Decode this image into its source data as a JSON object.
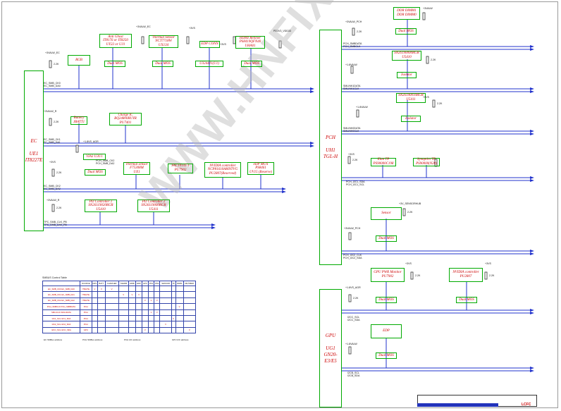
{
  "watermark": "WWW.HNFIX.VN",
  "chips": {
    "ec": {
      "label": "EC\n\nUE1\nIT8227E"
    },
    "pch": {
      "label": "PCH\n\nUH1\nTGL-H"
    },
    "gpu": {
      "label": "GPU\n\nUG1\nGN20-E3/E5"
    }
  },
  "ec_side": {
    "rgb": "RGB",
    "anti_ghost": "Anti Ghost\nIT8176 or IT8250\nUY22 or UJ1",
    "thermal_sensor": "Thermal Sensor\nNCT7718W\nUX134",
    "edp_conn": "EDP CONN",
    "hdmi_retimer": "HDMI Retimer\nPS8419QFN40\nUHA01",
    "u3244": "U3244J1(U1)",
    "dual_mos_1": "Dual MOS",
    "dual_mos_2": "Dual MOS",
    "dual_mos_3": "Dual MOS",
    "battery": "Battery\nJBATT1",
    "charge_ic": "Charge IC\nBQ24800RUYR\nPU7401",
    "via": "VIA3 U3U1",
    "dual_mos_4": "Dual MOS",
    "thermal_sensor2": "Thermal sensor\nF75308M\nUX1",
    "fac": "FAC1014T-1\nPU7902",
    "nvidia_ctrl": "NVIDIA controller\nNCP81610AMNTVG\nPU2807(Reserved)",
    "edp_mux": "eDP MUX\nPS8461\nUV15 (Reserve)",
    "pd1": "PD Controller 1\nSN26119020RGR\nU5410",
    "pd2": "PD Controller 2\nSN26119000RGR\nU5411"
  },
  "pch_side": {
    "ddr": "DDR DIMM1\nDDR DIMM0",
    "dual_mos_ddr": "Dual MOS",
    "sn1": "SN26190000RGR\nU5410",
    "isolator1": "Isolator",
    "sn2": "SN26190010RGR\nU5411",
    "isolator2": "Isolator",
    "elan": "Elan TP\nPS90000C198",
    "synaptics": "Synaptics TP\nPS90000(N20)",
    "sensor": "Sensor",
    "dual_mos_pch": "Dual MOS"
  },
  "gpu_side": {
    "gpu_pwr": "GPU PWR Monitor\nPU7902",
    "nvidia_ctrl": "NVIDIA controller\nPU2807",
    "dual_mos_a": "Dual MOS",
    "dual_mos_b": "Dual MOS",
    "edp": "EDP",
    "dual_mos_c": "Dual MOS"
  },
  "rails": {
    "r1": "+3VALW_EC",
    "r2": "+3VS",
    "r3": "PD3V3_VDD33",
    "r4": "+3VS",
    "r5": "+3VALW_EC",
    "r6": "+3VALW_R",
    "r7": "+1.8VS_AGR",
    "r8": "+3VALW_R",
    "r9": "+3VS",
    "r10": "+3VALW_PCH",
    "r11": "+1.8VALW",
    "r12": "+1.8VALW",
    "r13": "+3VS",
    "r14": "+3V_SENSORHUB",
    "r15": "+1.8VS_AGR",
    "r16": "+3VS",
    "r17": "+3VS",
    "r18": "+3VALW",
    "r19": "+5VS",
    "r20": "+3VALW_PCH",
    "r21": "+1.8VALW"
  },
  "signals": {
    "ec1": "EC_SMB_CK0",
    "ec2": "EC_SMB_DA0",
    "ec3": "EC_SMB_CK1",
    "ec4": "EC_SMB_DA1",
    "ec5": "EC_SMB_CK2",
    "ec6": "EC_SMB_DA2",
    "ec7": "TPC_SMB_CLK_PB",
    "ec8": "TPC_SMB_DA0_PB",
    "ec9": "PCH_SMB_CK2",
    "ec10": "PCH_SMB_DA2",
    "pch1": "PCH_SMBDATA",
    "pch2": "PCH_SMBCLK",
    "pch3": "SMLINK1DATA",
    "pch4": "SMLINK1CLK",
    "pch5": "SMLINK0DATA",
    "pch6": "SMLINK0CLK",
    "pch7": "PCH_I2C1_SDA",
    "pch8": "PCH_I2C1_SCL",
    "pch9": "PCH_I2C2_CLK",
    "pch10": "PCH_I2C2_SDA",
    "gpu1": "I2CC_SCL",
    "gpu2": "I2CC_SDA",
    "gpu3": "I2CB_SCL",
    "gpu4": "I2CB_SDA"
  },
  "resistor_label": "2.2K",
  "table": {
    "title": "SMBUS Control Table",
    "headers": [
      "",
      "SOURCE",
      "DRV",
      "BATT",
      "CHARGER",
      "THERM",
      "HDMI",
      "EDP",
      "GPU",
      "PD1",
      "PD2",
      "SENSOR",
      "TP",
      "DIMM",
      "RETIMER"
    ],
    "rows": [
      [
        "EC_SMB_CK0\nEC_SMB_DA0",
        "IT8227E",
        "V",
        "V",
        "V",
        "",
        "",
        "",
        "",
        "",
        "",
        "",
        "",
        "",
        ""
      ],
      [
        "EC_SMB_CK1\nEC_SMB_DA1",
        "IT8227E",
        "",
        "",
        "",
        "V",
        "V",
        "V",
        "",
        "",
        "",
        "",
        "",
        "",
        ""
      ],
      [
        "EC_SMB_CK2\nEC_SMB_DA2",
        "IT8227E",
        "",
        "",
        "",
        "",
        "",
        "",
        "V",
        "V",
        "V",
        "",
        "",
        "",
        ""
      ],
      [
        "PCH_SMBCLK\nPCH_SMBDATA",
        "PCH",
        "",
        "",
        "",
        "",
        "",
        "",
        "",
        "",
        "",
        "",
        "",
        "V",
        ""
      ],
      [
        "SML1CLK\nSML1DATA",
        "PCH",
        "",
        "",
        "",
        "",
        "",
        "",
        "",
        "V",
        "V",
        "",
        "",
        "",
        ""
      ],
      [
        "I2C1_SCL\nI2C1_SDA",
        "PCH",
        "",
        "",
        "",
        "",
        "",
        "",
        "",
        "",
        "",
        "",
        "V",
        "",
        ""
      ],
      [
        "I2C2_SCL\nI2C2_SDA",
        "PCH",
        "",
        "",
        "",
        "",
        "",
        "",
        "",
        "",
        "",
        "V",
        "",
        "",
        ""
      ],
      [
        "I2CC_SCL\nI2CC_SDA",
        "GPU",
        "",
        "",
        "",
        "",
        "",
        "",
        "V",
        "",
        "",
        "",
        "",
        "",
        "V"
      ]
    ]
  },
  "sub_titles": [
    "EC SMBus address",
    "PCH SMBus address",
    "PCH I2C address",
    "GPU I2C address"
  ],
  "title_block": {
    "logo": "LCFC"
  }
}
